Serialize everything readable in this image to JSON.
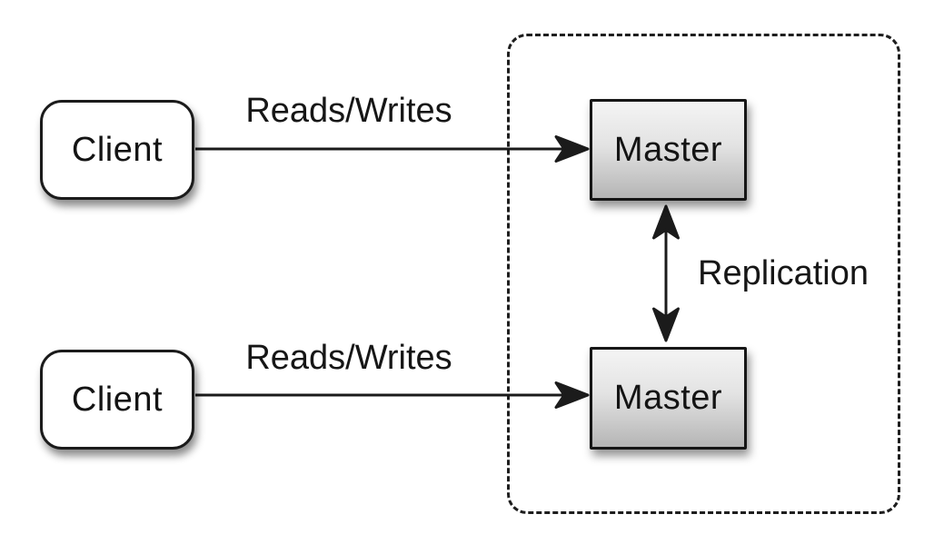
{
  "diagram": {
    "nodes": {
      "client_top": {
        "label": "Client"
      },
      "client_bottom": {
        "label": "Client"
      },
      "master_top": {
        "label": "Master"
      },
      "master_bottom": {
        "label": "Master"
      }
    },
    "edges": {
      "client_top_to_master_top": {
        "label": "Reads/Writes"
      },
      "client_bottom_to_master_bottom": {
        "label": "Reads/Writes"
      },
      "master_to_master": {
        "label": "Replication"
      }
    },
    "colors": {
      "background": "#ffffff",
      "ink": "#1b1b1b",
      "client_fill": "#ffffff",
      "master_gradient_top": "#f4f4f4",
      "master_gradient_bottom": "#b5b5b5"
    }
  }
}
